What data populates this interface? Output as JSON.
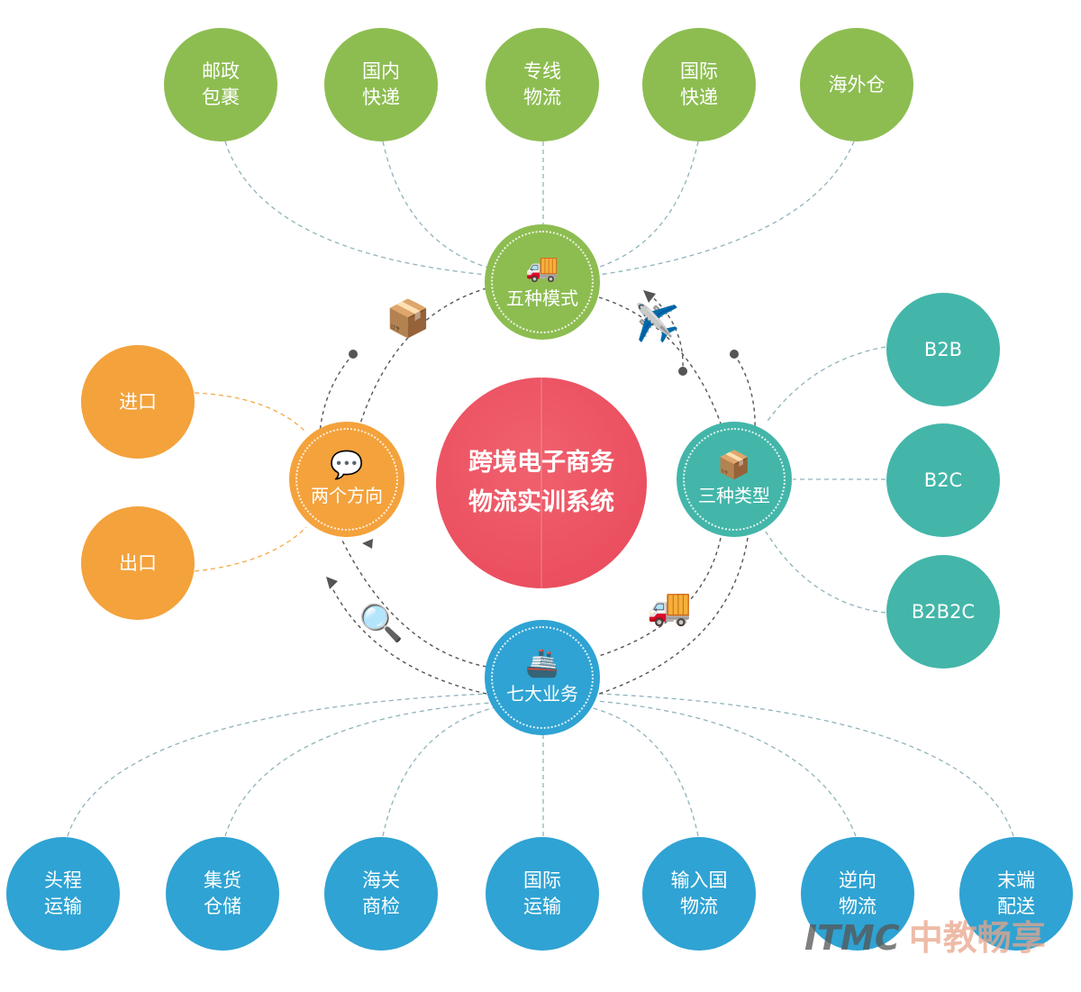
{
  "center": {
    "line1": "跨境电子商务",
    "line2": "物流实训系统"
  },
  "hubs": {
    "modes": {
      "label": "五种模式",
      "icon": "truck-icon"
    },
    "directions": {
      "label": "两个方向",
      "icon": "chat-icon"
    },
    "types": {
      "label": "三种类型",
      "icon": "box-icon"
    },
    "business": {
      "label": "七大业务",
      "icon": "ship-icon"
    }
  },
  "modes": [
    "邮政\n包裹",
    "国内\n快递",
    "专线\n物流",
    "国际\n快递",
    "海外仓"
  ],
  "directions": [
    "进口",
    "出口"
  ],
  "types": [
    "B2B",
    "B2C",
    "B2B2C"
  ],
  "business": [
    "头程\n运输",
    "集货\n仓储",
    "海关\n商检",
    "国际\n运输",
    "输入国\n物流",
    "逆向\n物流",
    "末端\n配送"
  ],
  "watermark": {
    "latin": "ITMC",
    "cjk": "中教畅享"
  },
  "colors": {
    "modes": "#8dbd51",
    "directions": "#f4a23c",
    "types": "#43b6a9",
    "business": "#2fa3d3",
    "center": "#e8485a"
  }
}
